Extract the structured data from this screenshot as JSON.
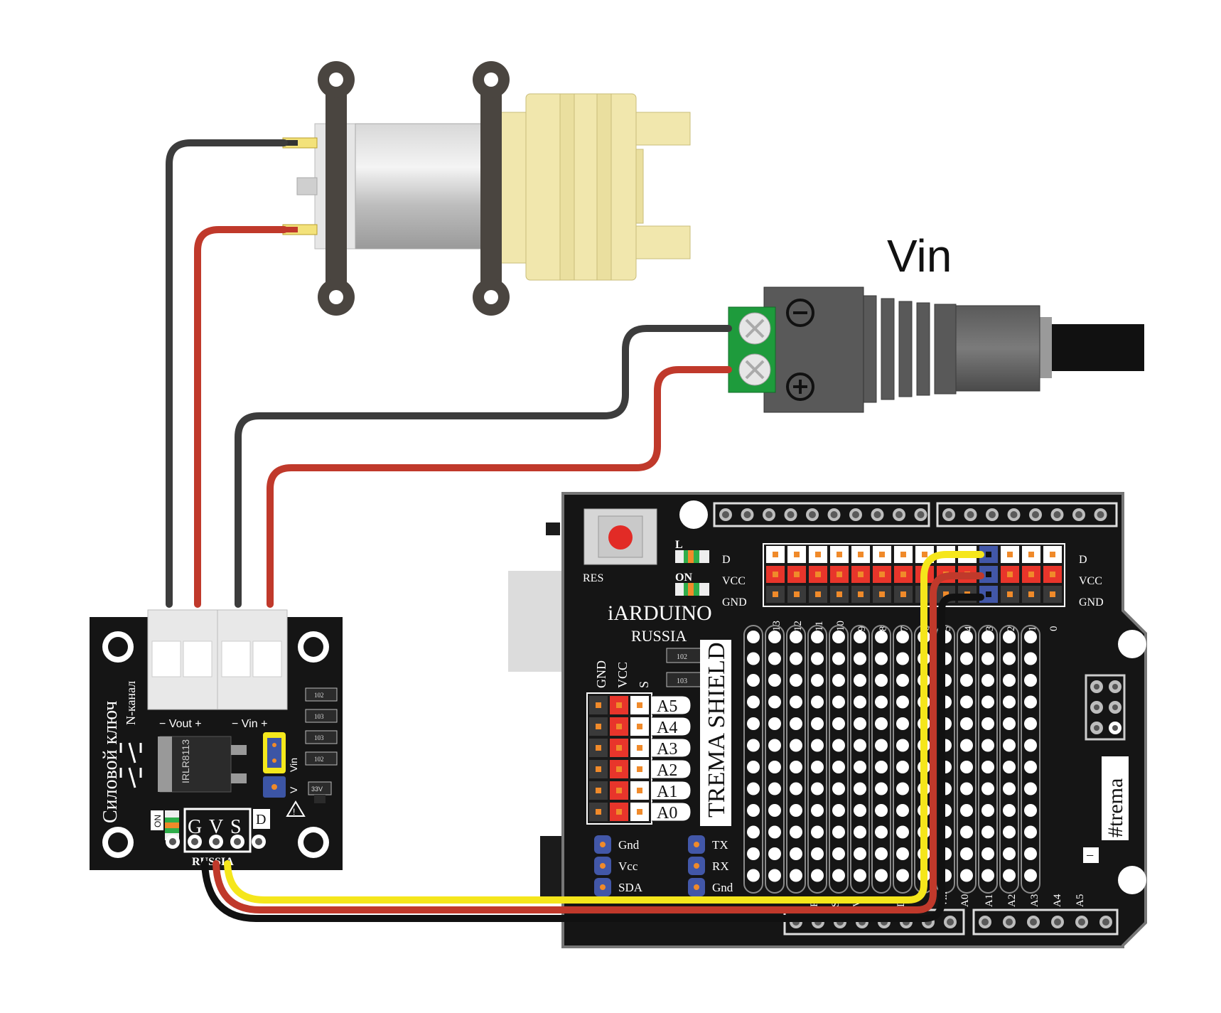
{
  "power_label": "Vin",
  "colors": {
    "wire_black": "#3c3c3c",
    "wire_red": "#c0392b",
    "wire_yellow": "#f5e61b",
    "pcb": "#151515",
    "terminal_green": "#1e9b3c",
    "pump_yellow": "#f1e7ad",
    "pin_white": "#ffffff",
    "pin_red": "#e8352b",
    "pin_black": "#3a3a3a",
    "pin_blue": "#4257a8",
    "led_green": "#2fae4a",
    "led_orange": "#f08a2a"
  },
  "dc_jack": {
    "minus_symbol": "⊖",
    "plus_symbol": "⊕"
  },
  "power_switch_module": {
    "title": "Силовой ключ",
    "subtitle": "N-канал",
    "vout_label": "− Vout +",
    "vin_label": "− Vin +",
    "chip_label": "IRLR8113",
    "resistors": [
      "102",
      "103",
      "103",
      "102"
    ],
    "regulator_label": "33V",
    "jumper_labels": [
      "Vin",
      "V"
    ],
    "led_label": "ON",
    "pin_labels": [
      "G",
      "V",
      "S"
    ],
    "d_label": "D",
    "brand": "RUSSIA"
  },
  "shield": {
    "reset_label": "RES",
    "led_l_label": "L",
    "led_on_label": "ON",
    "brand_line1": "iARDUINO",
    "brand_line2": "RUSSIA",
    "name_label": "TREMA SHIELD",
    "hashtag": "#trema",
    "minus_label": "−",
    "resistors": [
      "102",
      "103"
    ],
    "row_labels_left": [
      "D",
      "VCC",
      "GND"
    ],
    "row_labels_right": [
      "D",
      "VCC",
      "GND"
    ],
    "digital_pins": [
      "13",
      "12",
      "11",
      "10",
      "9",
      "8",
      "7",
      "6",
      "5",
      "4",
      "3",
      "2",
      "1",
      "0"
    ],
    "analog_header_labels": [
      "GND",
      "VCC",
      "S"
    ],
    "analog_pins": [
      "A5",
      "A4",
      "A3",
      "A2",
      "A1",
      "A0"
    ],
    "i2c_labels": [
      "Gnd",
      "Vcc",
      "SDA"
    ],
    "uart_labels": [
      "TX",
      "RX",
      "Gnd"
    ],
    "bottom_header_labels": [
      "R",
      "S",
      "V",
      "D",
      "Vin",
      "A0",
      "A1",
      "A2",
      "A3",
      "A4",
      "A5"
    ]
  }
}
